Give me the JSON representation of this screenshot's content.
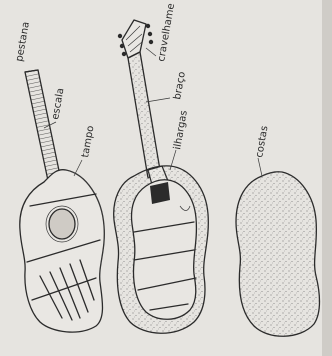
{
  "labels": {
    "pestana": "pestana",
    "escala": "escala",
    "tampo": "tampo",
    "cravelhame": "cravelhame",
    "braco": "braço",
    "ilhargas": "ilhargas",
    "costas": "costas"
  },
  "colors": {
    "paper": "#e6e4e0",
    "ink": "#2b2b2b",
    "shade": "#c9c6c1"
  }
}
